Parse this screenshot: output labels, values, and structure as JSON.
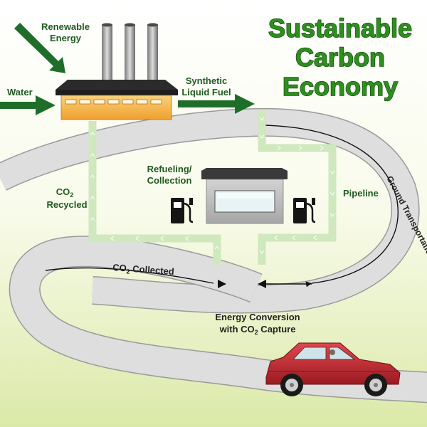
{
  "title": {
    "line1": "Sustainable",
    "line2": "Carbon",
    "line3": "Economy"
  },
  "labels": {
    "renewable_line1": "Renewable",
    "renewable_line2": "Energy",
    "water": "Water",
    "synthetic_line1": "Synthetic",
    "synthetic_line2": "Liquid Fuel",
    "refueling_line1": "Refueling/",
    "refueling_line2": "Collection",
    "pipeline": "Pipeline",
    "co2_recycled_line1": "CO",
    "co2_recycled_sub": "2",
    "co2_recycled_line2": "Recycled",
    "co2_collected_a": "CO",
    "co2_collected_sub": "2",
    "co2_collected_b": " Collected",
    "ground_transportation": "Ground Transportation",
    "energy_line1": "Energy Conversion",
    "energy_line2a": "with CO",
    "energy_line2_sub": "2",
    "energy_line2b": " Capture"
  },
  "colors": {
    "arrow_green": "#1e6e2a",
    "pipe_green": "#cfe8bd",
    "road_gray": "#d9d9d9",
    "car_red": "#c4262e",
    "factory_orange": "#f6b44a",
    "title_green": "#2e8f1e"
  }
}
